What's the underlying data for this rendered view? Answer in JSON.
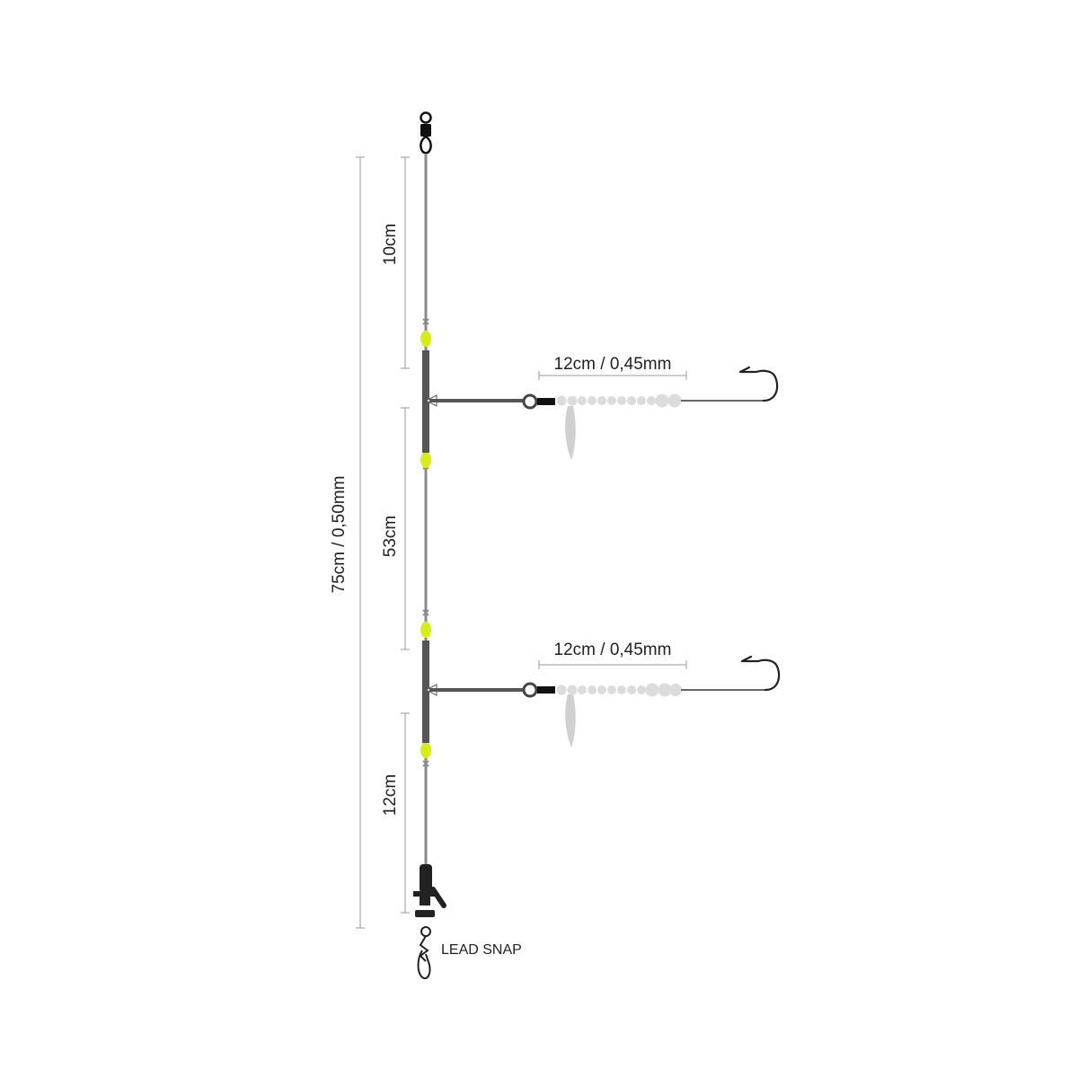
{
  "diagram": {
    "total_length_label": "75cm / 0,50mm",
    "segment_top_label": "10cm",
    "segment_middle_label": "53cm",
    "segment_bottom_label": "12cm",
    "dropper_upper_label": "12cm / 0,45mm",
    "dropper_lower_label": "12cm / 0,45mm",
    "lead_snap_label": "LEAD SNAP"
  },
  "colors": {
    "main_line": "#8a8a8a",
    "tube": "#555555",
    "bead": "#d7ec1f",
    "hook": "#222222",
    "pearl": "#dcdcdc",
    "dimension_line": "#999999"
  }
}
